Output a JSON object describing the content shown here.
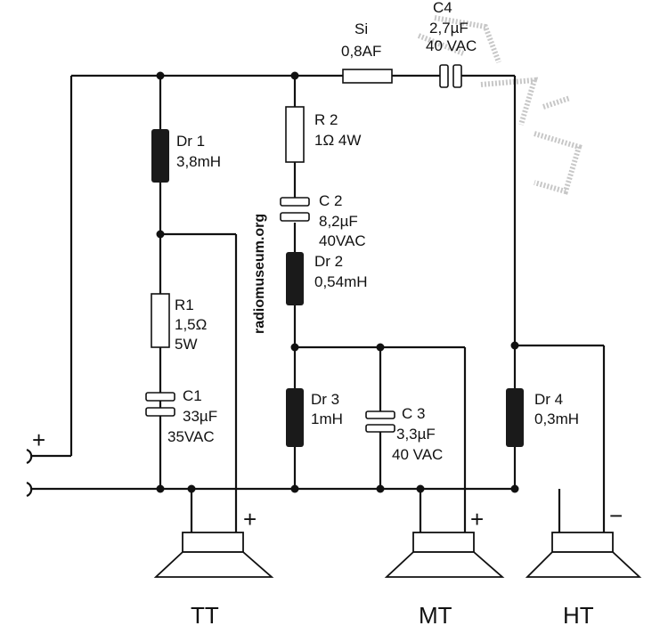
{
  "components": {
    "si": {
      "name": "Si",
      "value": "0,8AF"
    },
    "c4": {
      "name": "C4",
      "value": "2,7µF",
      "rating": "40 VAC"
    },
    "r2": {
      "name": "R 2",
      "value": "1Ω 4W"
    },
    "c2": {
      "name": "C 2",
      "value": "8,2µF",
      "rating": "40VAC"
    },
    "dr2": {
      "name": "Dr 2",
      "value": "0,54mH"
    },
    "dr1": {
      "name": "Dr 1",
      "value": "3,8mH"
    },
    "r1": {
      "name": "R1",
      "value": "1,5Ω",
      "rating": "5W"
    },
    "c1": {
      "name": "C1",
      "value": "33µF",
      "rating": "35VAC"
    },
    "dr3": {
      "name": "Dr 3",
      "value": "1mH"
    },
    "c3": {
      "name": "C 3",
      "value": "3,3µF",
      "rating": "40 VAC"
    },
    "dr4": {
      "name": "Dr 4",
      "value": "0,3mH"
    }
  },
  "terminals": {
    "input_plus": "+",
    "tt_plus": "+",
    "mt_plus": "+",
    "ht_minus": "−"
  },
  "speakers": {
    "tt": "TT",
    "mt": "MT",
    "ht": "HT"
  },
  "watermark": "radiomuseum.org"
}
